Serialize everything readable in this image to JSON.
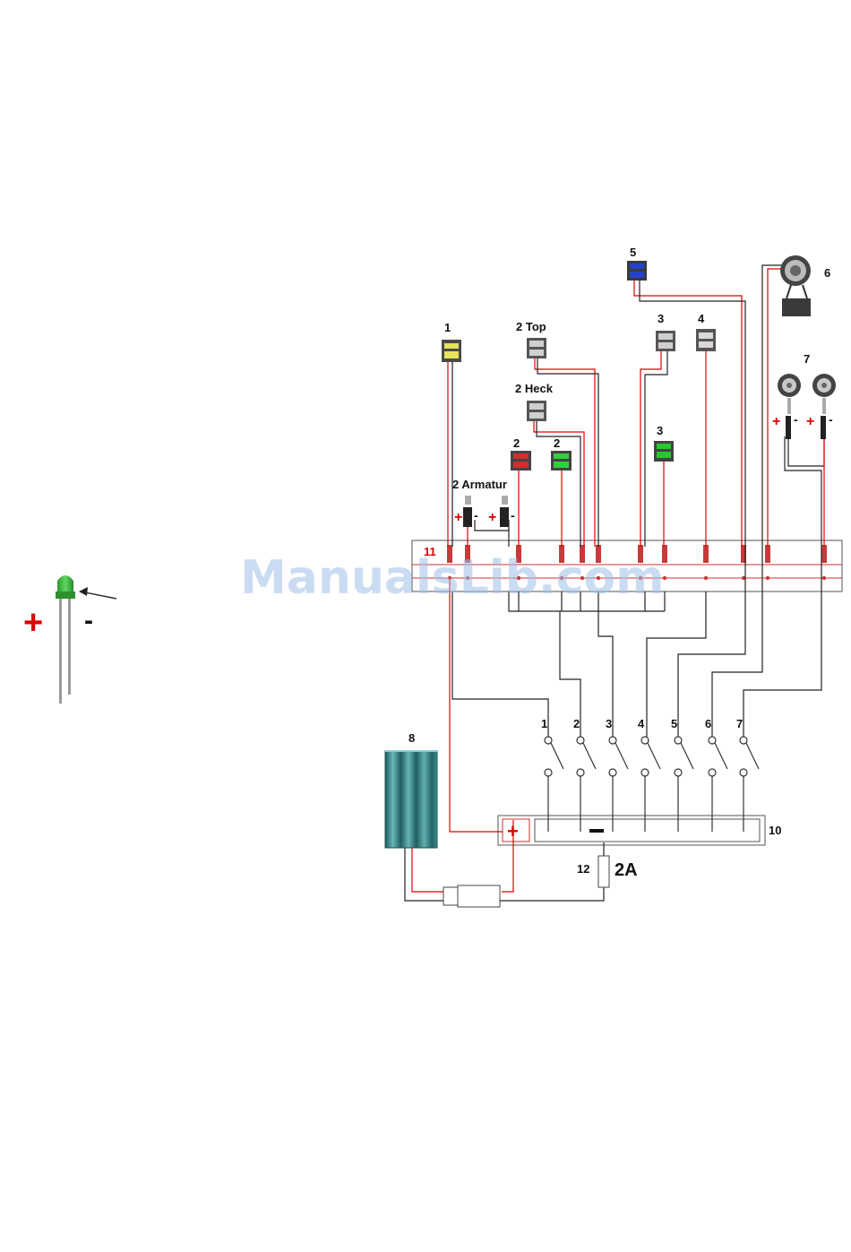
{
  "led_polarity": {
    "plus": "+",
    "minus": "-"
  },
  "labels": {
    "n1": "1",
    "n2_top": "2 Top",
    "n2_heck": "2 Heck",
    "n2_red": "2",
    "n2_green": "2",
    "n2_armatur": "2 Armatur",
    "n3_top": "3",
    "n3_green": "3",
    "n4": "4",
    "n5": "5",
    "n6": "6",
    "n7": "7",
    "n8": "8",
    "n10": "10",
    "n11": "11",
    "n12": "12",
    "fuse": "2A"
  },
  "switch_labels": [
    "1",
    "2",
    "3",
    "4",
    "5",
    "6",
    "7"
  ],
  "polarity": {
    "plus": "+",
    "minus": "-"
  },
  "watermark": "ManualsLib.com",
  "colors": {
    "wire_positive": "#e00000",
    "wire_negative": "#222222",
    "battery": "#2f8a8a",
    "led_green": "#3cb83c",
    "watermark": "#9fc0e8"
  }
}
